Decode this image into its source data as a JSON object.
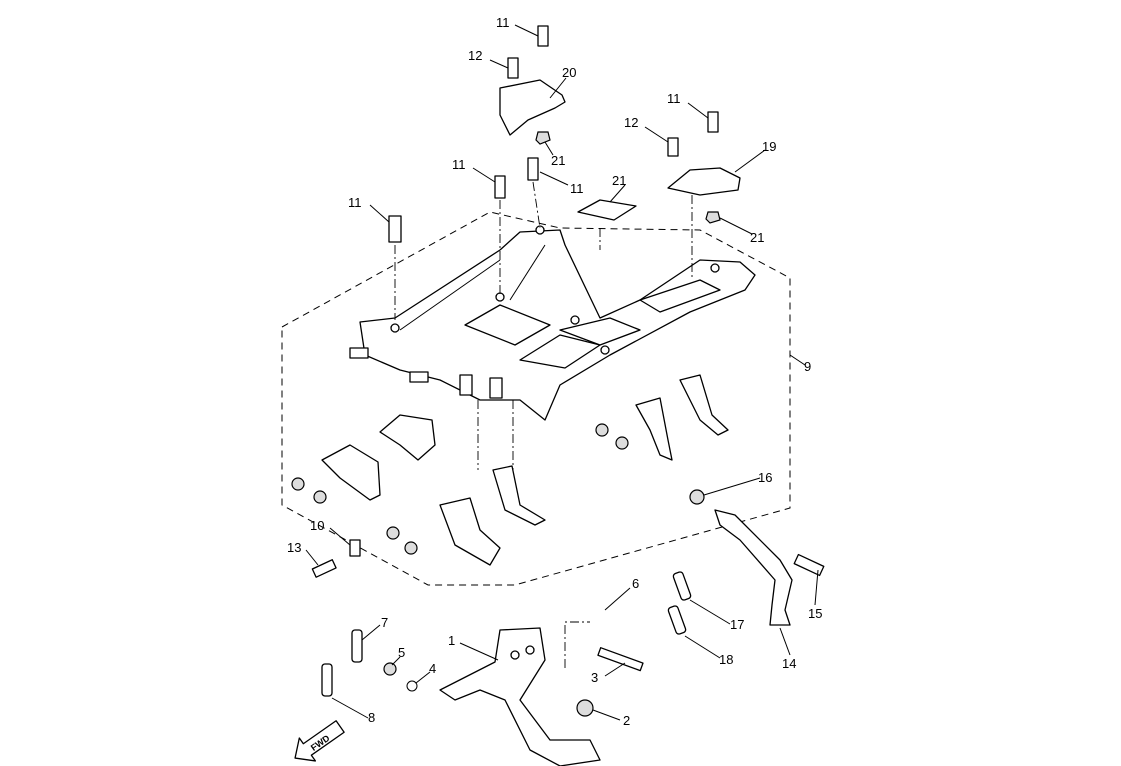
{
  "diagram": {
    "type": "exploded parts diagram",
    "callouts": [
      "11",
      "12",
      "20",
      "21",
      "11",
      "12",
      "19",
      "21",
      "21",
      "11",
      "11",
      "11",
      "9",
      "10",
      "13",
      "16",
      "15",
      "14",
      "6",
      "17",
      "18",
      "3",
      "7",
      "5",
      "4",
      "1",
      "8",
      "2"
    ],
    "fwd_label": "FWD",
    "colors": {
      "line": "#000000",
      "background": "#ffffff"
    }
  }
}
